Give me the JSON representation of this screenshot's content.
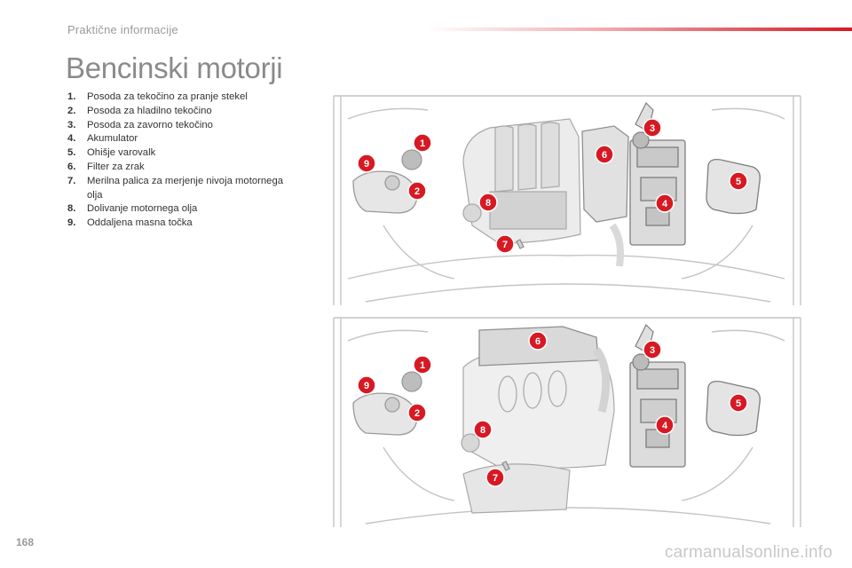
{
  "header": {
    "section": "Praktične informacije"
  },
  "title": "Bencinski motorji",
  "legend": [
    {
      "num": "1.",
      "text": "Posoda za tekočino za pranje stekel"
    },
    {
      "num": "2.",
      "text": "Posoda za hladilno tekočino"
    },
    {
      "num": "3.",
      "text": "Posoda za zavorno tekočino"
    },
    {
      "num": "4.",
      "text": "Akumulator"
    },
    {
      "num": "5.",
      "text": "Ohišje varovalk"
    },
    {
      "num": "6.",
      "text": "Filter za zrak"
    },
    {
      "num": "7.",
      "text": "Merilna palica za merjenje nivoja motornega olja"
    },
    {
      "num": "8.",
      "text": "Dolivanje motornega olja"
    },
    {
      "num": "9.",
      "text": "Oddaljena masna točka"
    }
  ],
  "callouts": [
    "1",
    "2",
    "3",
    "4",
    "5",
    "6",
    "7",
    "8",
    "9"
  ],
  "page_number": "168",
  "watermark": "carmanualsonline.info",
  "colors": {
    "accent": "#d71923",
    "line": "#bfbfbf",
    "fill": "#e9e9e9"
  }
}
